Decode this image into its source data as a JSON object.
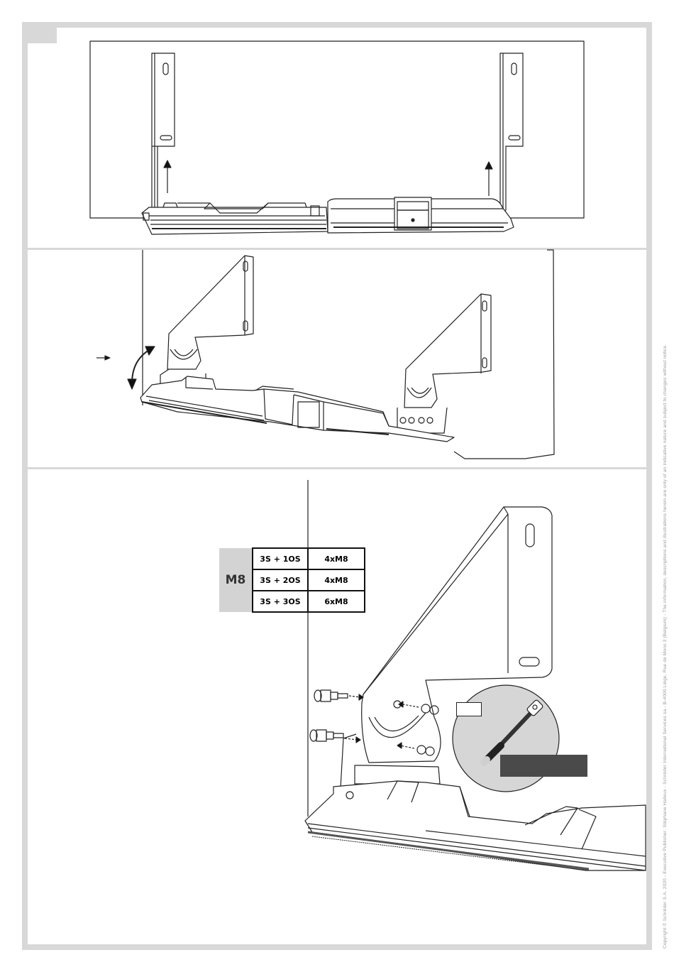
{
  "document": {
    "copyright": "Copyright © Schréder S.A. 2020 - Executive Publisher: Stéphane Halleux - Schréder International Services sa - B-4000 Liège, Rue de Mons 3 (Belgium) - The information, descriptions and illustrations herein are only of an indicative nature and subject to changes without notice."
  },
  "fixing_table": {
    "bolt_size": "M8",
    "rows": [
      {
        "combination": "3S + 1OS",
        "quantity": "4xM8"
      },
      {
        "combination": "3S + 2OS",
        "quantity": "4xM8"
      },
      {
        "combination": "3S + 3OS",
        "quantity": "6xM8"
      }
    ]
  },
  "colors": {
    "frame": "#d8d8d8",
    "line": "#222222",
    "detail_circle": "#d6d6d6",
    "label_dark": "#4a4a4a"
  },
  "icons": {
    "up_arrow": "arrow-up-icon",
    "rotate_arrow": "rotate-arrow-icon",
    "screwdriver": "screwdriver-icon"
  }
}
